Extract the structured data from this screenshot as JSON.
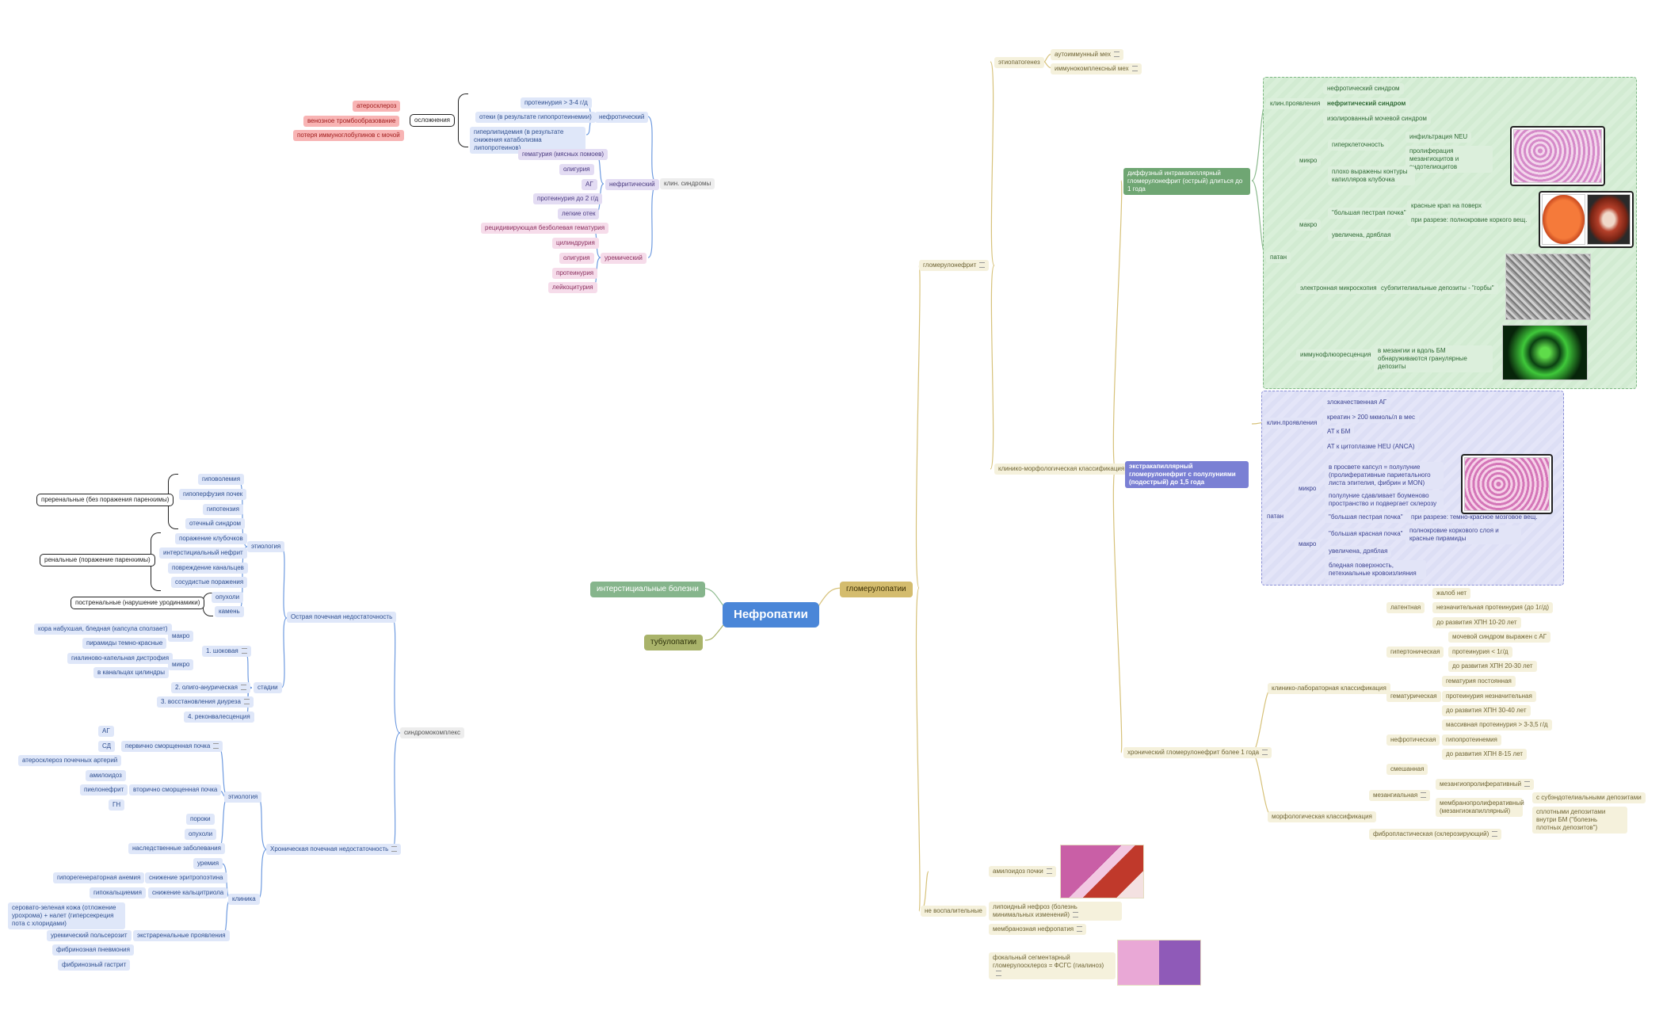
{
  "center": "Нефропатии",
  "branches": {
    "interstitial": "интерстициальные болезни",
    "tubulo": "тубулопатии",
    "glomerulo": "гломерулопатии"
  },
  "left_top": {
    "complications": "осложнения",
    "complications_items": [
      "атеросклероз",
      "венозное тромбообразование",
      "потеря иммуноглобулинов с мочой"
    ],
    "nephrotic": "нефротический",
    "nephrotic_items": [
      "протеинурия > 3-4 г/д",
      "отеки (в результате гипопротеинемии)",
      "гиперлипидемия (в результате снижения катаболизма липопротеинов)"
    ],
    "nephritic": "нефритический",
    "nephritic_items": [
      "гематурия (мясных помоев)",
      "олигурия",
      "АГ",
      "протеинурия до 2 г/д",
      "легкие отек"
    ],
    "uremic": "уремический",
    "uremic_items": [
      "рецидивирующая безболевая гематурия",
      "цилиндрурия",
      "олигурия",
      "протеинурия",
      "лейкоцитурия"
    ],
    "clin_syndromes": "клин. синдромы"
  },
  "left_bottom": {
    "syndrome_complex": "синдромокомплекс",
    "aki": "Острая почечная недостаточность",
    "etiology": "этиология",
    "prerenal": "преренальные (без поражения паренхимы)",
    "prerenal_items": [
      "гиповолемия",
      "гипоперфузия почек",
      "гипотензия",
      "отечный синдром"
    ],
    "renal": "ренальные (поражение паренхимы)",
    "renal_items": [
      "поражение клубочков",
      "интерстициальный нефрит",
      "повреждение канальцев",
      "сосудистые поражения"
    ],
    "postrenal": "постренальные (нарушение уродинамики)",
    "postrenal_items": [
      "опухоли",
      "камень"
    ],
    "stages": "стадии",
    "stage1": "1. шоковая",
    "macro": "макро",
    "micro": "микро",
    "stage1_macro": [
      "кора набухшая, бледная (капсула сползает)",
      "пирамиды темно-красные"
    ],
    "stage1_micro": [
      "гиалиново-капельная дистрофия",
      "в канальцах цилиндры"
    ],
    "stage2": "2. олиго-анурическая",
    "stage3": "3. восстановления диуреза",
    "stage4": "4. реконвалесценция",
    "ckd": "Хроническая почечная недостаточность",
    "ckd_etiology": "этиология",
    "primary": "первично сморщенная почка",
    "primary_items": [
      "АГ",
      "СД",
      "атеросклероз почечных артерий"
    ],
    "secondary": "вторично сморщенная почка",
    "secondary_items": [
      "амилоидоз",
      "пиелонефрит",
      "ГН"
    ],
    "ckd_other": [
      "пороки",
      "опухоли",
      "наследственные заболевания"
    ],
    "clinic": "клиника",
    "uremia": "уремия",
    "erythro": "снижение эритропоэтина",
    "anemia": "гипорегенераторная анемия",
    "calcitriol": "снижение кальцитриола",
    "hypocalc": "гипокальциемия",
    "extrarenal": "экстраренальные проявления",
    "extrarenal_items": [
      "серовато-зеленая кожа (отложение урохрома) + налет (гиперсекреция пота с хлоридами)",
      "уремический польсерозит",
      "фибринозная пневмония",
      "фибринозный гастрит"
    ]
  },
  "right": {
    "glomerulonephritis": "гломерулонефрит",
    "etiopathogenesis": "этиопатогенез",
    "etio_items": [
      "аутоиммунный мех",
      "иммунокомплексный мех"
    ],
    "clin_morph": "клинико-морфологическая классификация",
    "diffuse": "диффузный интракапиллярный гломерулонефрит (острый) длиться до 1 года",
    "clin_manif": "клин.проявления",
    "diffuse_clin": [
      "нефротический синдром",
      "нефритический синдром",
      "изолированный мочевой синдром"
    ],
    "patan": "патан",
    "micro": "микро",
    "macro": "макро",
    "hypercell": "гиперклеточность",
    "hypercell_items": [
      "инфильтрация NEU",
      "пролиферация мезангиоцитов и эндотелиоцитов"
    ],
    "contours": "плохо выражены контуры капилляров клубочка",
    "big_motley": "\"большая пестрая почка\"",
    "big_motley_items": [
      "красные крап на поверх",
      "при разрезе: полнокровие коркого вещ."
    ],
    "enlarged": "увеличена, дряблая",
    "em": "электронная микроскопия",
    "em_text": "субэпителиальные депозиты - \"горбы\"",
    "if": "иммунофлюоресценция",
    "if_text": "в мезангии и вдоль БМ обнаруживаются гранулярные депозиты",
    "extracap": "экстракапиллярный гломерулонефрит с полулуниями (подострый) до 1,5 года",
    "extracap_clin": [
      "злокачественная АГ",
      "креатин > 200 мкмоль/л в мес",
      "АТ к БМ",
      "АТ к цитоплазме НЕU (ANCA)"
    ],
    "extracap_micro": [
      "в просвете капсул = полулуние (пролиферативные париетального листа эпителия, фибрин и MON)",
      "полулуние сдавливает боуменово пространство и подвергает склерозу"
    ],
    "big_motley2": "\"большая пестрая почка\"",
    "big_motley2_text": "при разрезе: темно-красное мозговое вещ.",
    "big_red": "\"большая красная почка\"",
    "big_red_text": "полнокровие коркового слоя и красные пирамиды",
    "enlarged2": "увеличена, дряблая",
    "pale": "бледная поверхность, петехиальные кровоизлияния",
    "chronic": "хронический гломерулонефрит более 1 года",
    "clin_lab": "клинико-лабораторная классификация",
    "latent": "латентная",
    "latent_items": [
      "жалоб нет",
      "незначительная протеинурия (до 1г/д)",
      "до развития ХПН 10-20 лет"
    ],
    "hypertonic": "гипертоническая",
    "hypertonic_items": [
      "мочевой синдром выражен с АГ",
      "протеинурия < 1г/д",
      "до развития ХПН 20-30 лет"
    ],
    "hematuric": "гематурическая",
    "hematuric_items": [
      "гематурия постоянная",
      "протеинурия незначительная",
      "до развития ХПН 30-40 лет"
    ],
    "nephrotic": "нефротическая",
    "nephrotic_items": [
      "массивная протеинурия > 3-3,5 г/д",
      "гипопротеинемия",
      "до развития ХПН 8-15 лет"
    ],
    "mixed": "смешанная",
    "morph": "морфологическая классификация",
    "mesangial": "мезангиальная",
    "mesangioprolif": "мезангиопролиферативный",
    "membranoprolif": "мембранопролиферативный (мезангиокапиллярный)",
    "membrano_items": [
      "с субэндотелиальными депозитами",
      "сплотными депозитами внутри БМ (\"болезнь плотных депозитов\")"
    ],
    "fibroplastic": "фибропластическая (склерозирующий)",
    "noninflam": "не воспалительные",
    "amyloidosis": "амилоидоз почки",
    "lipoid": "липоидный нефроз (болезнь минимальных изменений)",
    "membranous": "мембранозная нефропатия",
    "fsgs": "фокальный сегментарный гломерулосклероз = ФСГС (гиалиноз)"
  },
  "colors": {
    "center": "#4a86d8",
    "blue_line": "#6f9be0",
    "gold_line": "#d7c27a",
    "green_line": "#8dbb8f",
    "green_region": "#d9efd9",
    "lav_region": "#e4e5f8"
  }
}
